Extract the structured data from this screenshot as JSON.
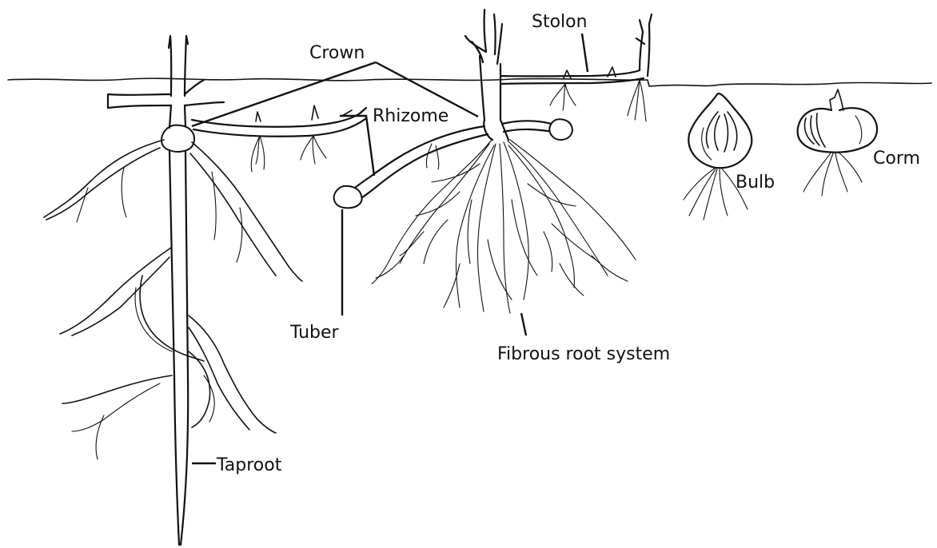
{
  "labels": {
    "crown": "Crown",
    "stolon": "Stolon",
    "rhizome": "Rhizome",
    "tuber": "Tuber",
    "bulb": "Bulb",
    "corm": "Corm",
    "fibrous": "Fibrous root system",
    "taproot": "Taproot"
  },
  "colors": {
    "ink": "#111111",
    "background": "#ffffff"
  }
}
